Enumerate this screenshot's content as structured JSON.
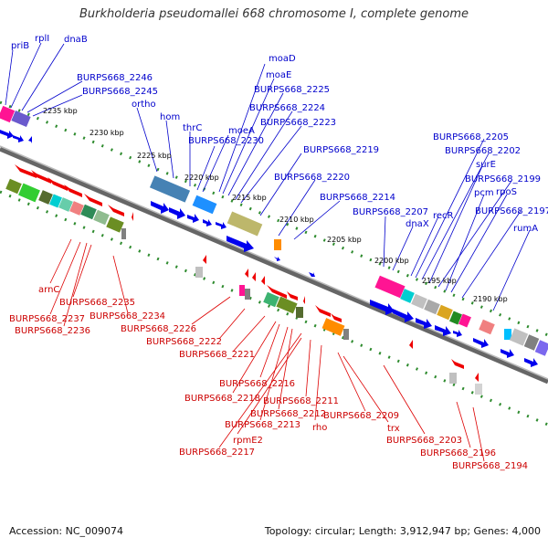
{
  "title": "Burkholderia pseudomallei 668 chromosome I, complete genome",
  "footer": {
    "accession": "Accession: NC_009074",
    "topology": "Topology: circular; Length: 3,912,947 bp; Genes: 4,000"
  },
  "ticks": [
    "2235 kbp",
    "2230 kbp",
    "2225 kbp",
    "2220 kbp",
    "2215 kbp",
    "2210 kbp",
    "2205 kbp",
    "2200 kbp",
    "2195 kbp",
    "2190 kbp"
  ],
  "labels_forward": [
    "priB",
    "rplI",
    "dnaB",
    "BURPS668_2246",
    "BURPS668_2245",
    "ortho",
    "hom",
    "thrC",
    "BURPS668_2230",
    "moeA",
    "moaD",
    "moaE",
    "BURPS668_2225",
    "BURPS668_2224",
    "BURPS668_2223",
    "BURPS668_2219",
    "BURPS668_2220",
    "BURPS668_2214",
    "BURPS668_2207",
    "dnaX",
    "recR",
    "BURPS668_2205",
    "BURPS668_2202",
    "surE",
    "BURPS668_2199",
    "pcm",
    "rpoS",
    "BURPS668_2197",
    "rumA"
  ],
  "labels_reverse": [
    "arnC",
    "BURPS668_2235",
    "BURPS668_2237",
    "BURPS668_2236",
    "BURPS668_2234",
    "BURPS668_2226",
    "BURPS668_2222",
    "BURPS668_2221",
    "BURPS668_2216",
    "BURPS668_2218",
    "BURPS668_2212",
    "BURPS668_2211",
    "BURPS668_2213",
    "rpmE2",
    "BURPS668_2217",
    "rho",
    "BURPS668_2209",
    "trx",
    "BURPS668_2203",
    "BURPS668_2196",
    "BURPS668_2194"
  ],
  "colors": {
    "forward": "#0000cc",
    "reverse": "#dd0000",
    "backbone": "#888888",
    "dots": "#2e8b2e"
  }
}
